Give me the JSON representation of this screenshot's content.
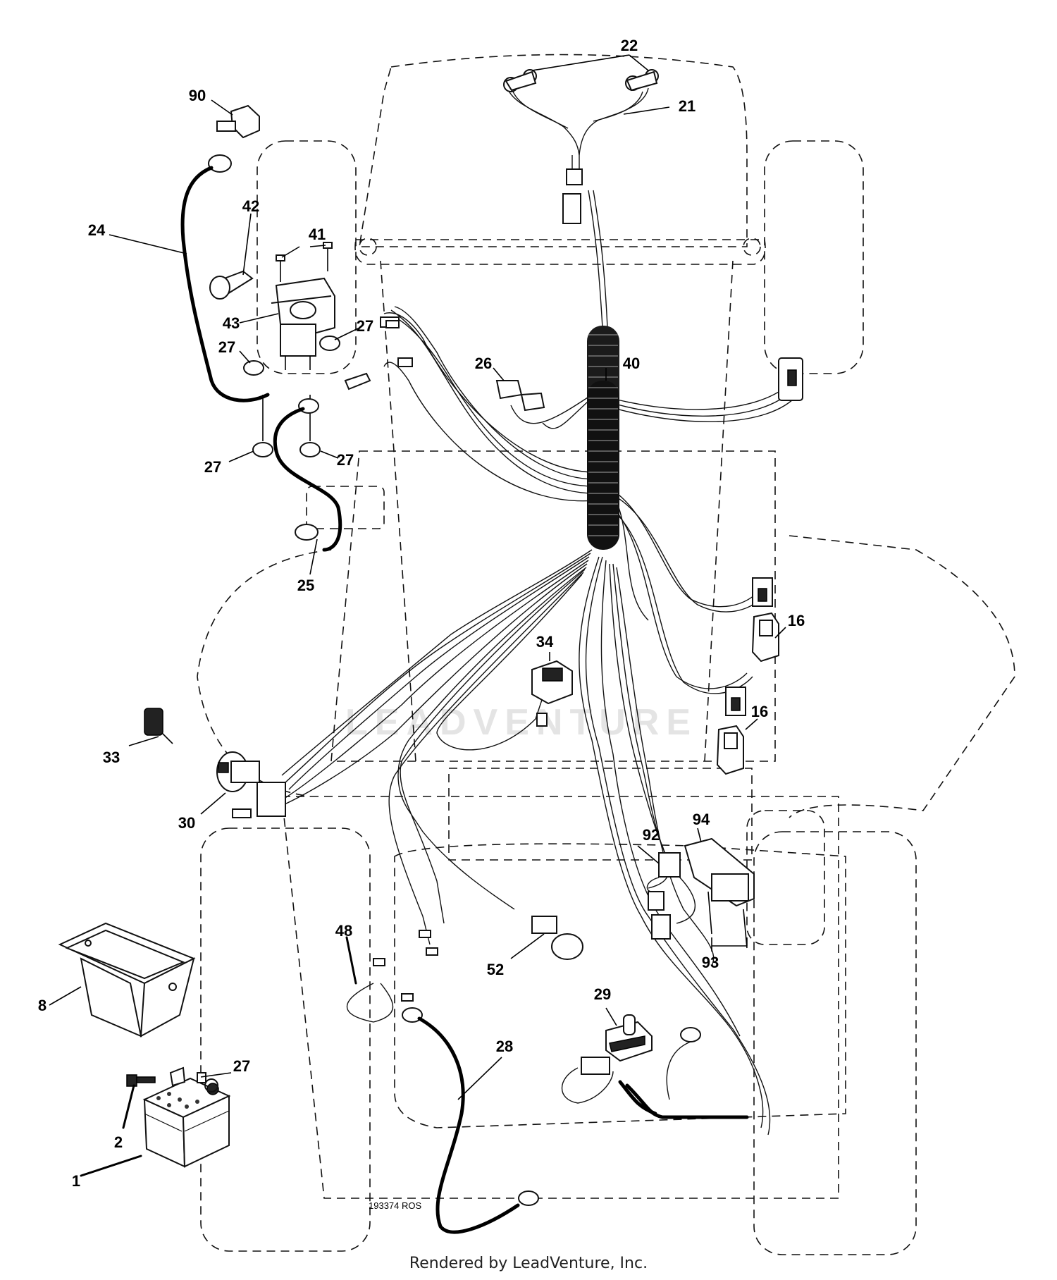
{
  "diagram": {
    "callouts": {
      "c1": "1",
      "c2": "2",
      "c8": "8",
      "c16a": "16",
      "c16b": "16",
      "c21": "21",
      "c22": "22",
      "c24": "24",
      "c25": "25",
      "c26": "26",
      "c27a": "27",
      "c27b": "27",
      "c27c": "27",
      "c27d": "27",
      "c27e": "27",
      "c28": "28",
      "c29": "29",
      "c30": "30",
      "c33": "33",
      "c34": "34",
      "c40": "40",
      "c41": "41",
      "c42": "42",
      "c43": "43",
      "c48": "48",
      "c52": "52",
      "c90": "90",
      "c92": "92",
      "c93": "93",
      "c94": "94"
    },
    "drawing_number": "193374 ROS",
    "watermark": "LEADVENTURE"
  },
  "footer": {
    "rendered_by": "Rendered by LeadVenture, Inc."
  }
}
